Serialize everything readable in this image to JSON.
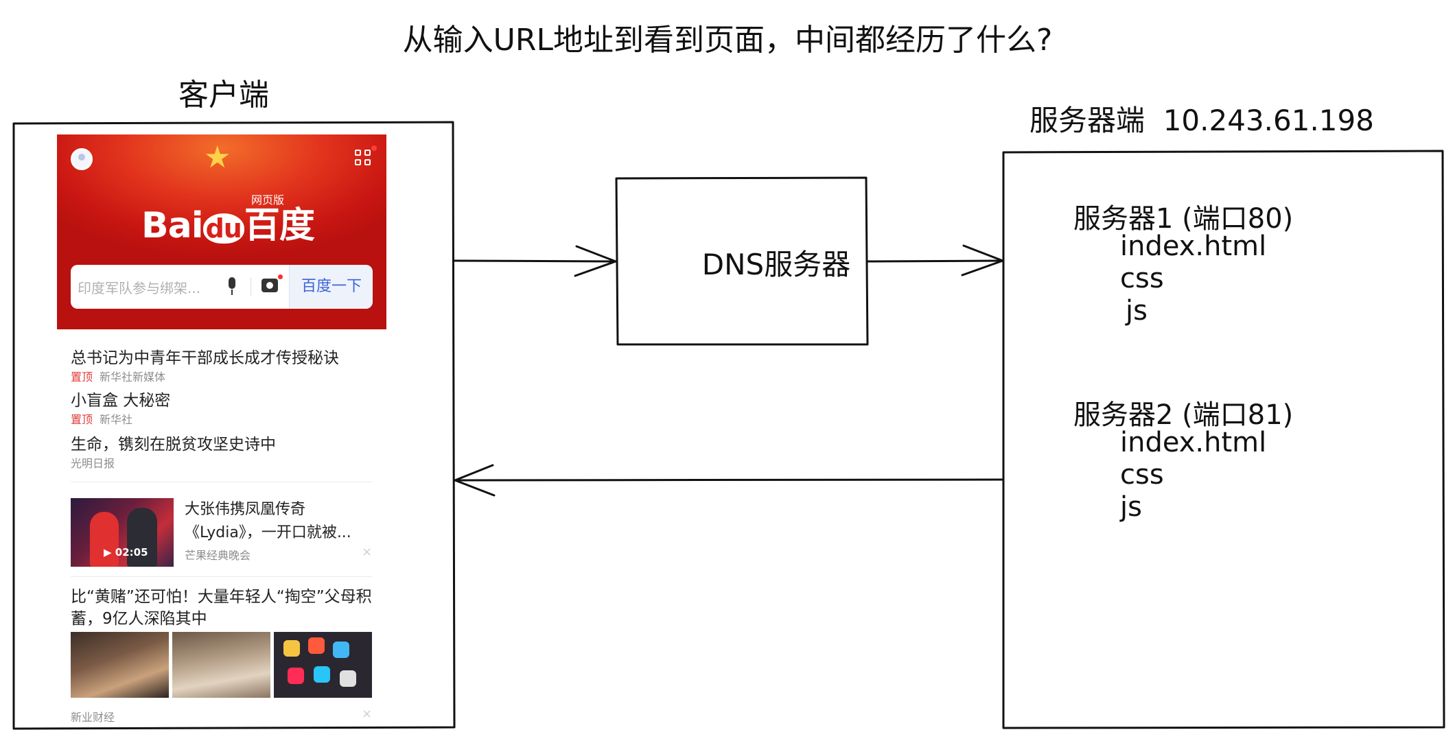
{
  "title": "从输入URL地址到看到页面，中间都经历了什么?",
  "client": {
    "label": "客户端",
    "phone": {
      "wangye_label": "网页版",
      "logo_prefix": "Bai",
      "logo_du": "du",
      "logo_cn": "百度",
      "search_placeholder": "印度军队参与绑架...",
      "search_button": "百度一下",
      "news": [
        {
          "title": "总书记为中青年干部成长成才传授秘诀",
          "pin": "置顶",
          "source": "新华社新媒体"
        },
        {
          "title": "小盲盒 大秘密",
          "pin": "置顶",
          "source": "新华社"
        },
        {
          "title": "生命，镌刻在脱贫攻坚史诗中",
          "pin": "",
          "source": "光明日报"
        }
      ],
      "video": {
        "title_line1": "大张伟携凤凰传奇",
        "title_line2": "《Lydia》，一开口就被...",
        "source": "芒果经典晚会",
        "duration": "02:05"
      },
      "article": {
        "title_line1": "比“黄赌”还可怕！大量年轻人“掏空”父母积",
        "title_line2": "蓄，9亿人深陷其中",
        "source": "新业财经"
      },
      "close_glyph": "×"
    }
  },
  "dns": {
    "label": "DNS服务器"
  },
  "server": {
    "label": "服务器端  10.243.61.198",
    "servers": [
      {
        "name": "服务器1 (端口80)",
        "files": [
          "index.html",
          "css",
          "js"
        ]
      },
      {
        "name": "服务器2 (端口81)",
        "files": [
          "index.html",
          "css",
          "js"
        ]
      }
    ]
  },
  "colors": {
    "baidu_red": "#d9201a",
    "search_blue": "#3964d9",
    "pin_red": "#e23b3b"
  }
}
